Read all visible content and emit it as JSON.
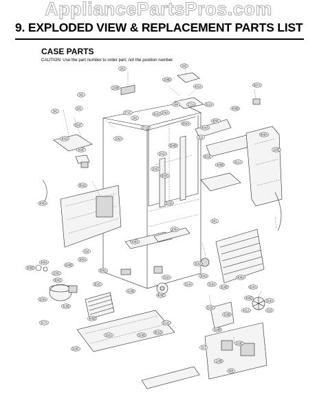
{
  "watermark": "AppliancePartsPros.com",
  "heading": "9. EXPLODED VIEW & REPLACEMENT PARTS LIST",
  "section": {
    "title": "CASE PARTS",
    "caution": "CAUTION: Use the part number to order part, not the position number."
  },
  "callouts": [
    "201",
    "603",
    "103B",
    "301",
    "208B",
    "402A",
    "687A",
    "501",
    "604",
    "302",
    "271A",
    "612A",
    "406B",
    "271C",
    "410A",
    "202",
    "206A",
    "501F",
    "650A",
    "271B",
    "404A",
    "405C",
    "106A",
    "511",
    "500B",
    "501E",
    "406B",
    "649A",
    "120E",
    "102A",
    "103A",
    "500C",
    "611A",
    "403A",
    "302F",
    "302G",
    "313A",
    "406A",
    "601",
    "616",
    "300A",
    "315A",
    "318A",
    "408A",
    "409A",
    "305B",
    "649B",
    "105A",
    "308A",
    "300C",
    "314A",
    "316A",
    "305A",
    "103C",
    "302C",
    "304A",
    "316B",
    "610A",
    "405D",
    "405E",
    "411A",
    "329A",
    "410B",
    "318B",
    "319A",
    "615",
    "317A",
    "315B",
    "405B",
    "319C",
    "319D",
    "319B",
    "318C",
    "312C",
    "501D",
    "332A",
    "317",
    "319E",
    "120B",
    "804"
  ]
}
